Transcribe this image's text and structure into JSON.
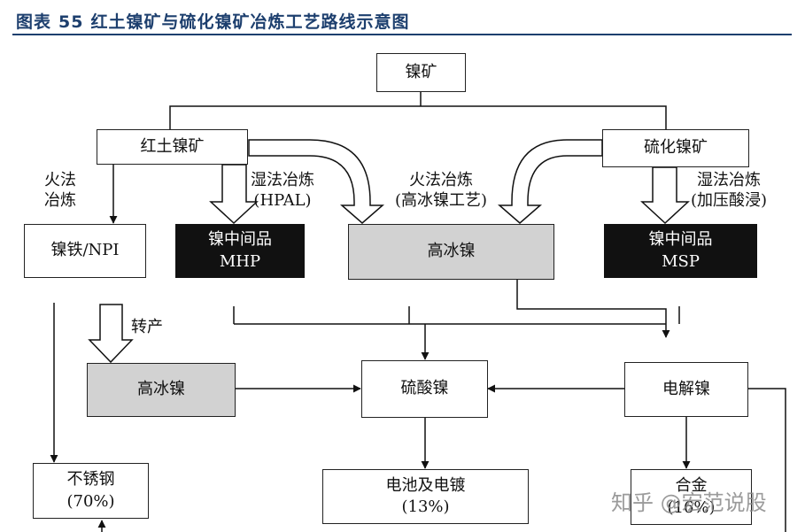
{
  "figure": {
    "label": "图表",
    "number": "55",
    "title": "红土镍矿与硫化镍矿冶炼工艺路线示意图"
  },
  "nodes": {
    "nickel_ore": "镍矿",
    "laterite": "红土镍矿",
    "sulfide": "硫化镍矿",
    "npi": "镍铁/NPI",
    "mhp_line1": "镍中间品",
    "mhp_line2": "MHP",
    "matte_top": "高冰镍",
    "msp_line1": "镍中间品",
    "msp_line2": "MSP",
    "matte_converted": "高冰镍",
    "nickel_sulfate": "硫酸镍",
    "electrolytic": "电解镍",
    "stainless_line1": "不锈钢",
    "stainless_line2": "(70%)",
    "battery_line1": "电池及电镀",
    "battery_line2": "(13%)",
    "alloy_line1": "合金",
    "alloy_line2": "(16%)"
  },
  "labels": {
    "pyro_left_1": "火法",
    "pyro_left_2": "冶炼",
    "hydro_hpal_1": "湿法冶炼",
    "hydro_hpal_2": "(HPAL)",
    "pyro_matte_1": "火法冶炼",
    "pyro_matte_2": "(高冰镍工艺)",
    "hydro_right_1": "湿法冶炼",
    "hydro_right_2": "(加压酸浸)",
    "conversion": "转产"
  },
  "watermark": "知乎 @宏范说股"
}
